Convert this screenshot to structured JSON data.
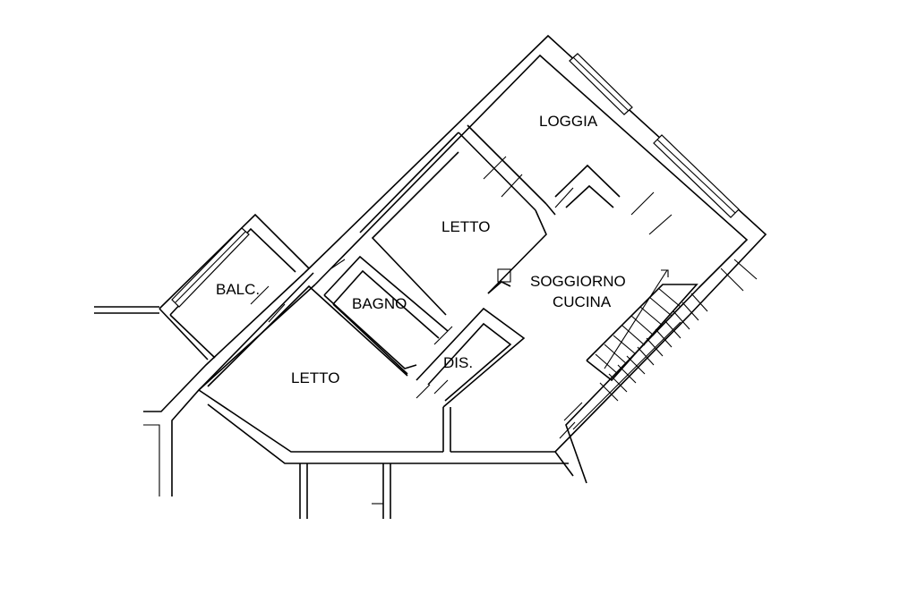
{
  "rooms": {
    "loggia": "LOGGIA",
    "letto_upper": "LETTO",
    "soggiorno": "SOGGIORNO",
    "cucina": "CUCINA",
    "balcone": "BALC.",
    "bagno": "BAGNO",
    "disimpegno": "DIS.",
    "letto_lower": "LETTO"
  },
  "colors": {
    "line": "#000000",
    "background": "#ffffff"
  }
}
